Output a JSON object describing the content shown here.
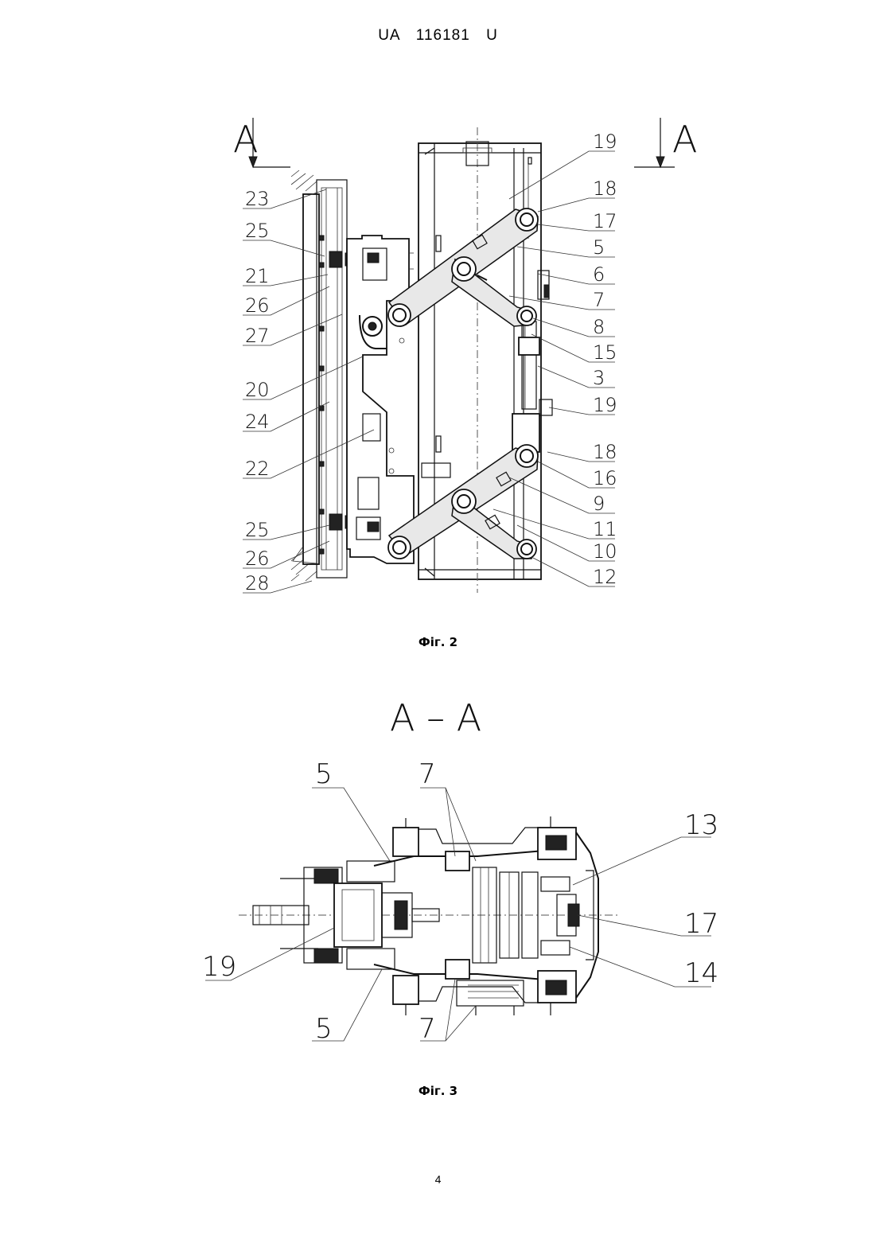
{
  "header": {
    "doc_id": "UA   116181   U"
  },
  "figure2": {
    "caption": "Фіг. 2",
    "section_left": "A",
    "section_right": "A",
    "labels_left": [
      "23",
      "25",
      "21",
      "26",
      "27",
      "20",
      "24",
      "22",
      "25",
      "26",
      "28"
    ],
    "labels_right": [
      "19",
      "18",
      "17",
      "5",
      "6",
      "7",
      "8",
      "15",
      "3",
      "19",
      "18",
      "16",
      "9",
      "11",
      "10",
      "12"
    ]
  },
  "figure3": {
    "caption": "Фіг. 3",
    "section_title": "A – A",
    "labels": {
      "top_left_5": "5",
      "top_7": "7",
      "left_19": "19",
      "bottom_left_5": "5",
      "bottom_7": "7",
      "right_13": "13",
      "right_17": "17",
      "right_14": "14"
    }
  },
  "page": {
    "number": "4"
  }
}
